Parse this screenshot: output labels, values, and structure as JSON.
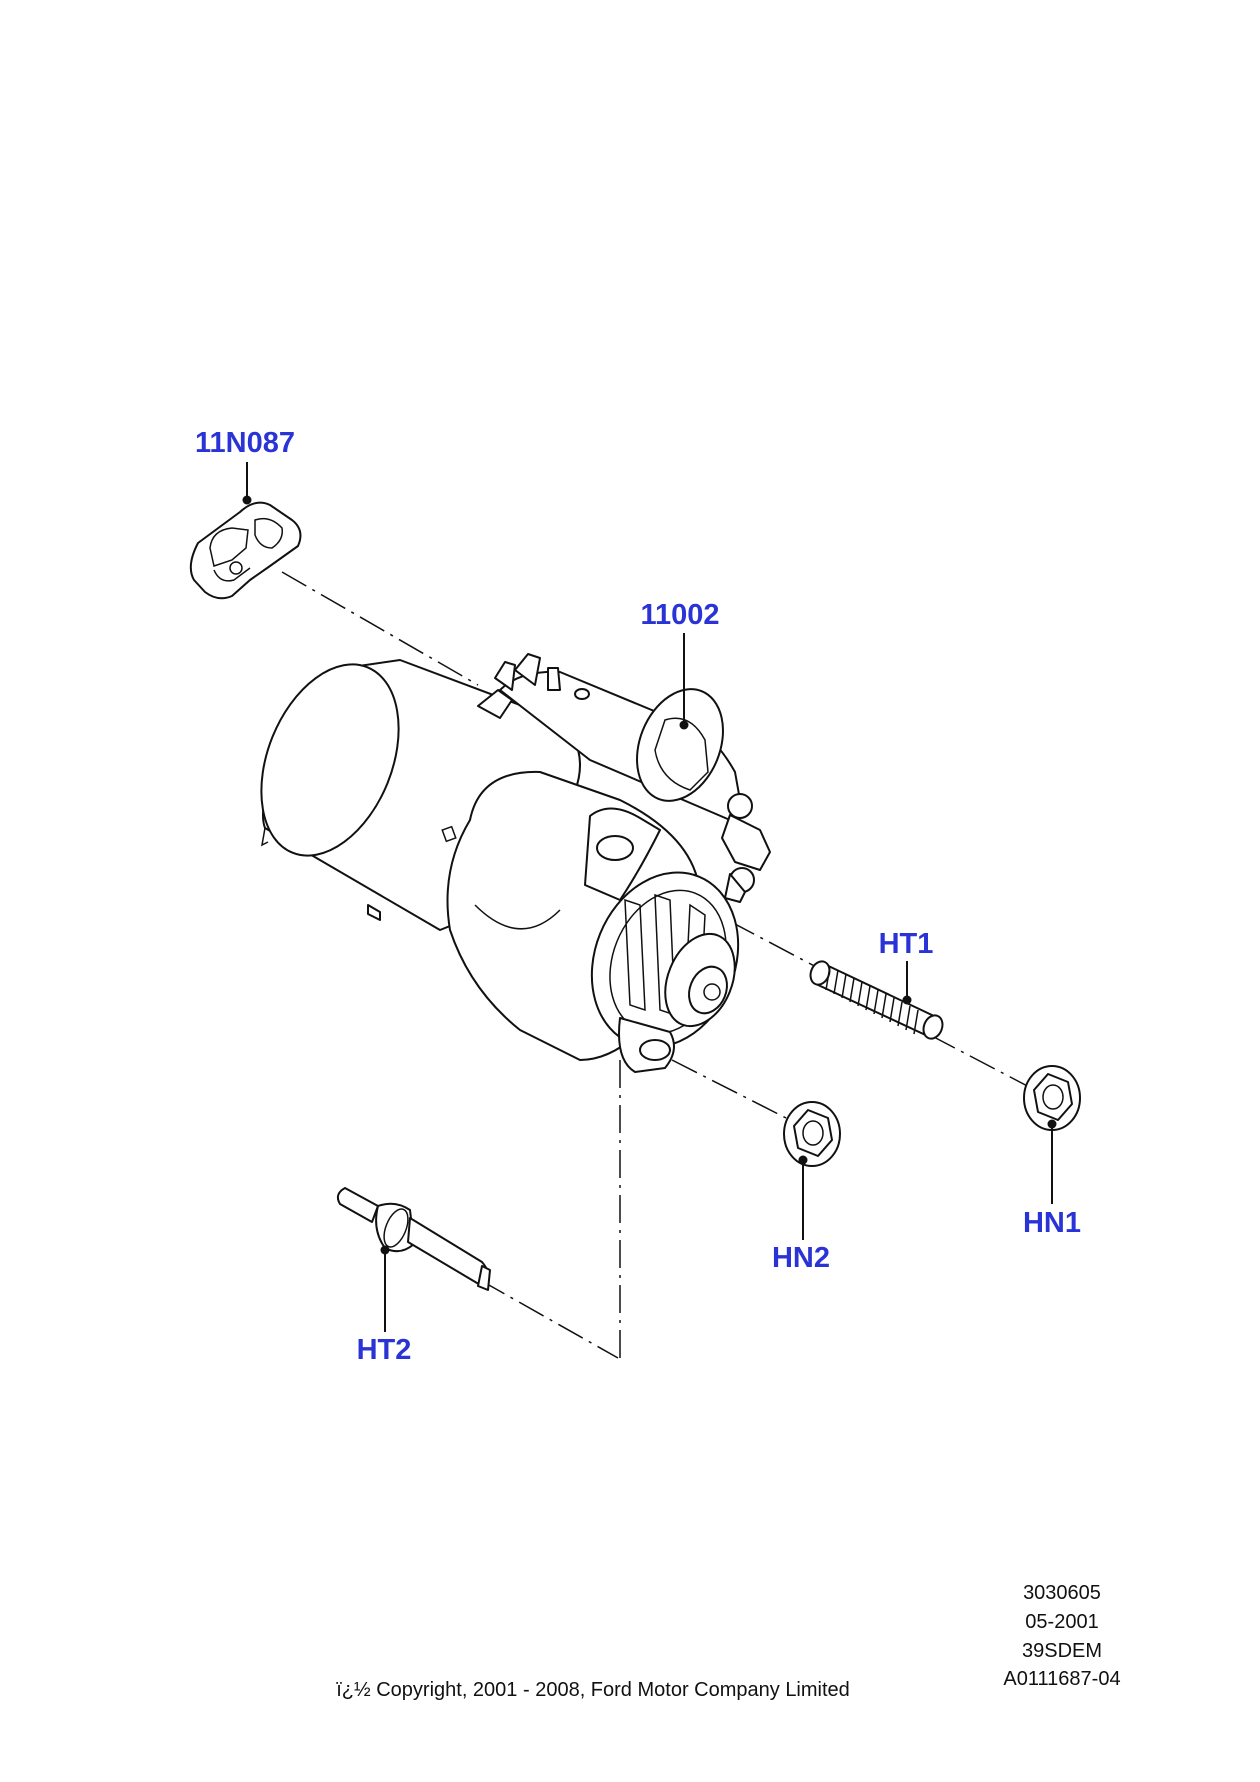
{
  "callouts": {
    "clip": "11N087",
    "starter": "11002",
    "stud_ht1": "HT1",
    "nut_hn1": "HN1",
    "nut_hn2": "HN2",
    "bolt_ht2": "HT2"
  },
  "footer": {
    "ref_number": "3030605",
    "date": "05-2001",
    "code": "39SDEM",
    "illustration_id": "A0111687-04",
    "copyright": "ï¿½ Copyright, 2001 - 2008, Ford Motor Company Limited"
  },
  "colors": {
    "callout_text": "#2a33d6",
    "line_art": "#111111",
    "background": "#ffffff"
  }
}
